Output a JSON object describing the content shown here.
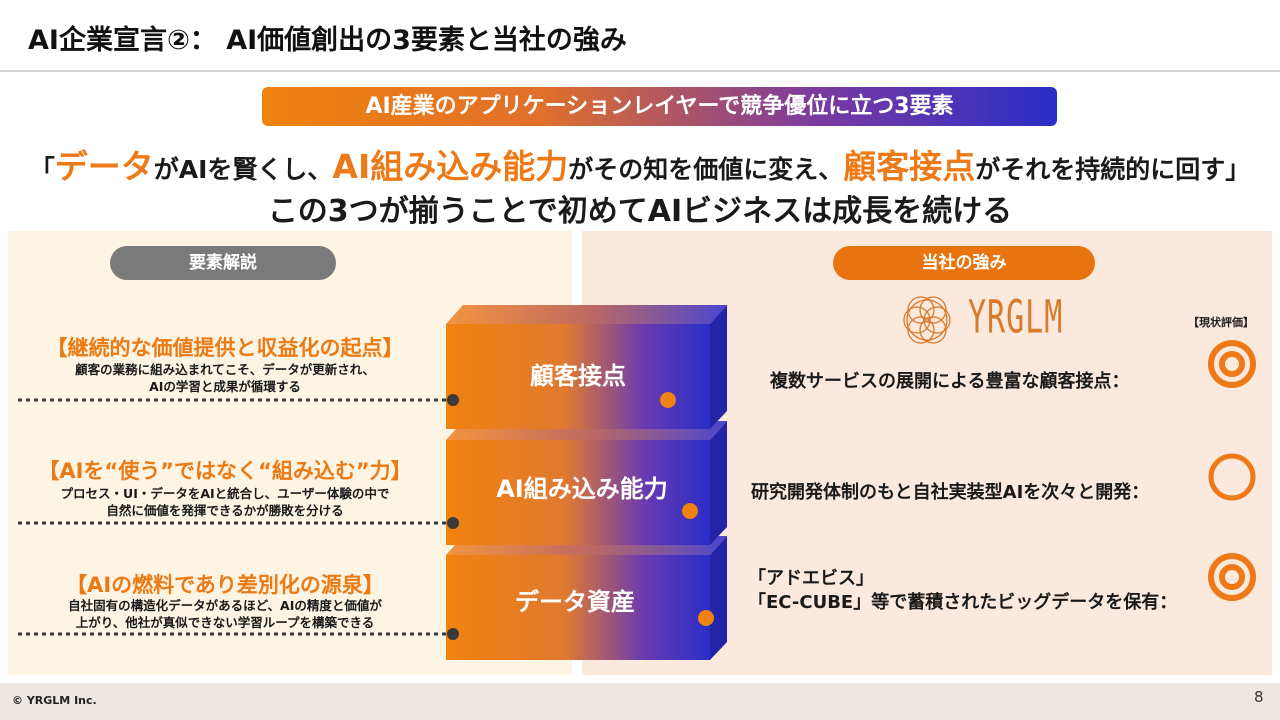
{
  "slide": {
    "title": "AI企業宣言②： AI価値創出の3要素と当社の強み",
    "banner": "AI産業のアプリケーションレイヤーで競争優位に立つ3要素",
    "statement": {
      "open": "「",
      "kw_data": "データ",
      "p1": "がAIを賢くし、",
      "kw_ai": "AI組み込み能力",
      "p2": "がその知を価値に変え、",
      "kw_customer": "顧客接点",
      "p3": "がそれを持続的に回す」"
    },
    "subline": "この3つが揃うことで初めてAIビジネスは成長を続ける",
    "left_header": "要素解説",
    "right_header": "当社の強み",
    "logo_text": "YRGLM",
    "eval_label": "【現状評価】",
    "elements": [
      {
        "title": "【継続的な価値提供と収益化の起点】",
        "desc": [
          "顧客の業務に組み込まれてこそ、データが更新され、",
          "AIの学習と成果が循環する"
        ],
        "block": "顧客接点",
        "strength": "複数サービスの展開による豊富な顧客接点：",
        "rating": "double-circle"
      },
      {
        "title": "【AIを“使う”ではなく“組み込む”力】",
        "desc": [
          "プロセス・UI・データをAIと統合し、ユーザー体験の中で",
          "自然に価値を発揮できるかが勝敗を分ける"
        ],
        "block": "AI組み込み能力",
        "strength": "研究開発体制のもと自社実装型AIを次々と開発：",
        "rating": "circle"
      },
      {
        "title": "【AIの燃料であり差別化の源泉】",
        "desc": [
          "自社固有の構造化データがあるほど、AIの精度と価値が",
          "上がり、他社が真似できない学習ループを構築できる"
        ],
        "block": "データ資産",
        "strength_line1": "「アドエビス」",
        "strength_line2": "「EC-CUBE」等で蓄積されたビッグデータを保有：",
        "rating": "double-circle"
      }
    ],
    "footer": {
      "copyright": "© YRGLM Inc.",
      "page": "8"
    }
  },
  "colors": {
    "accent": "#ee7a17",
    "blue": "#2a2ec8",
    "purple": "#5a3ab0",
    "gray_pill": "#7a7a7a"
  }
}
